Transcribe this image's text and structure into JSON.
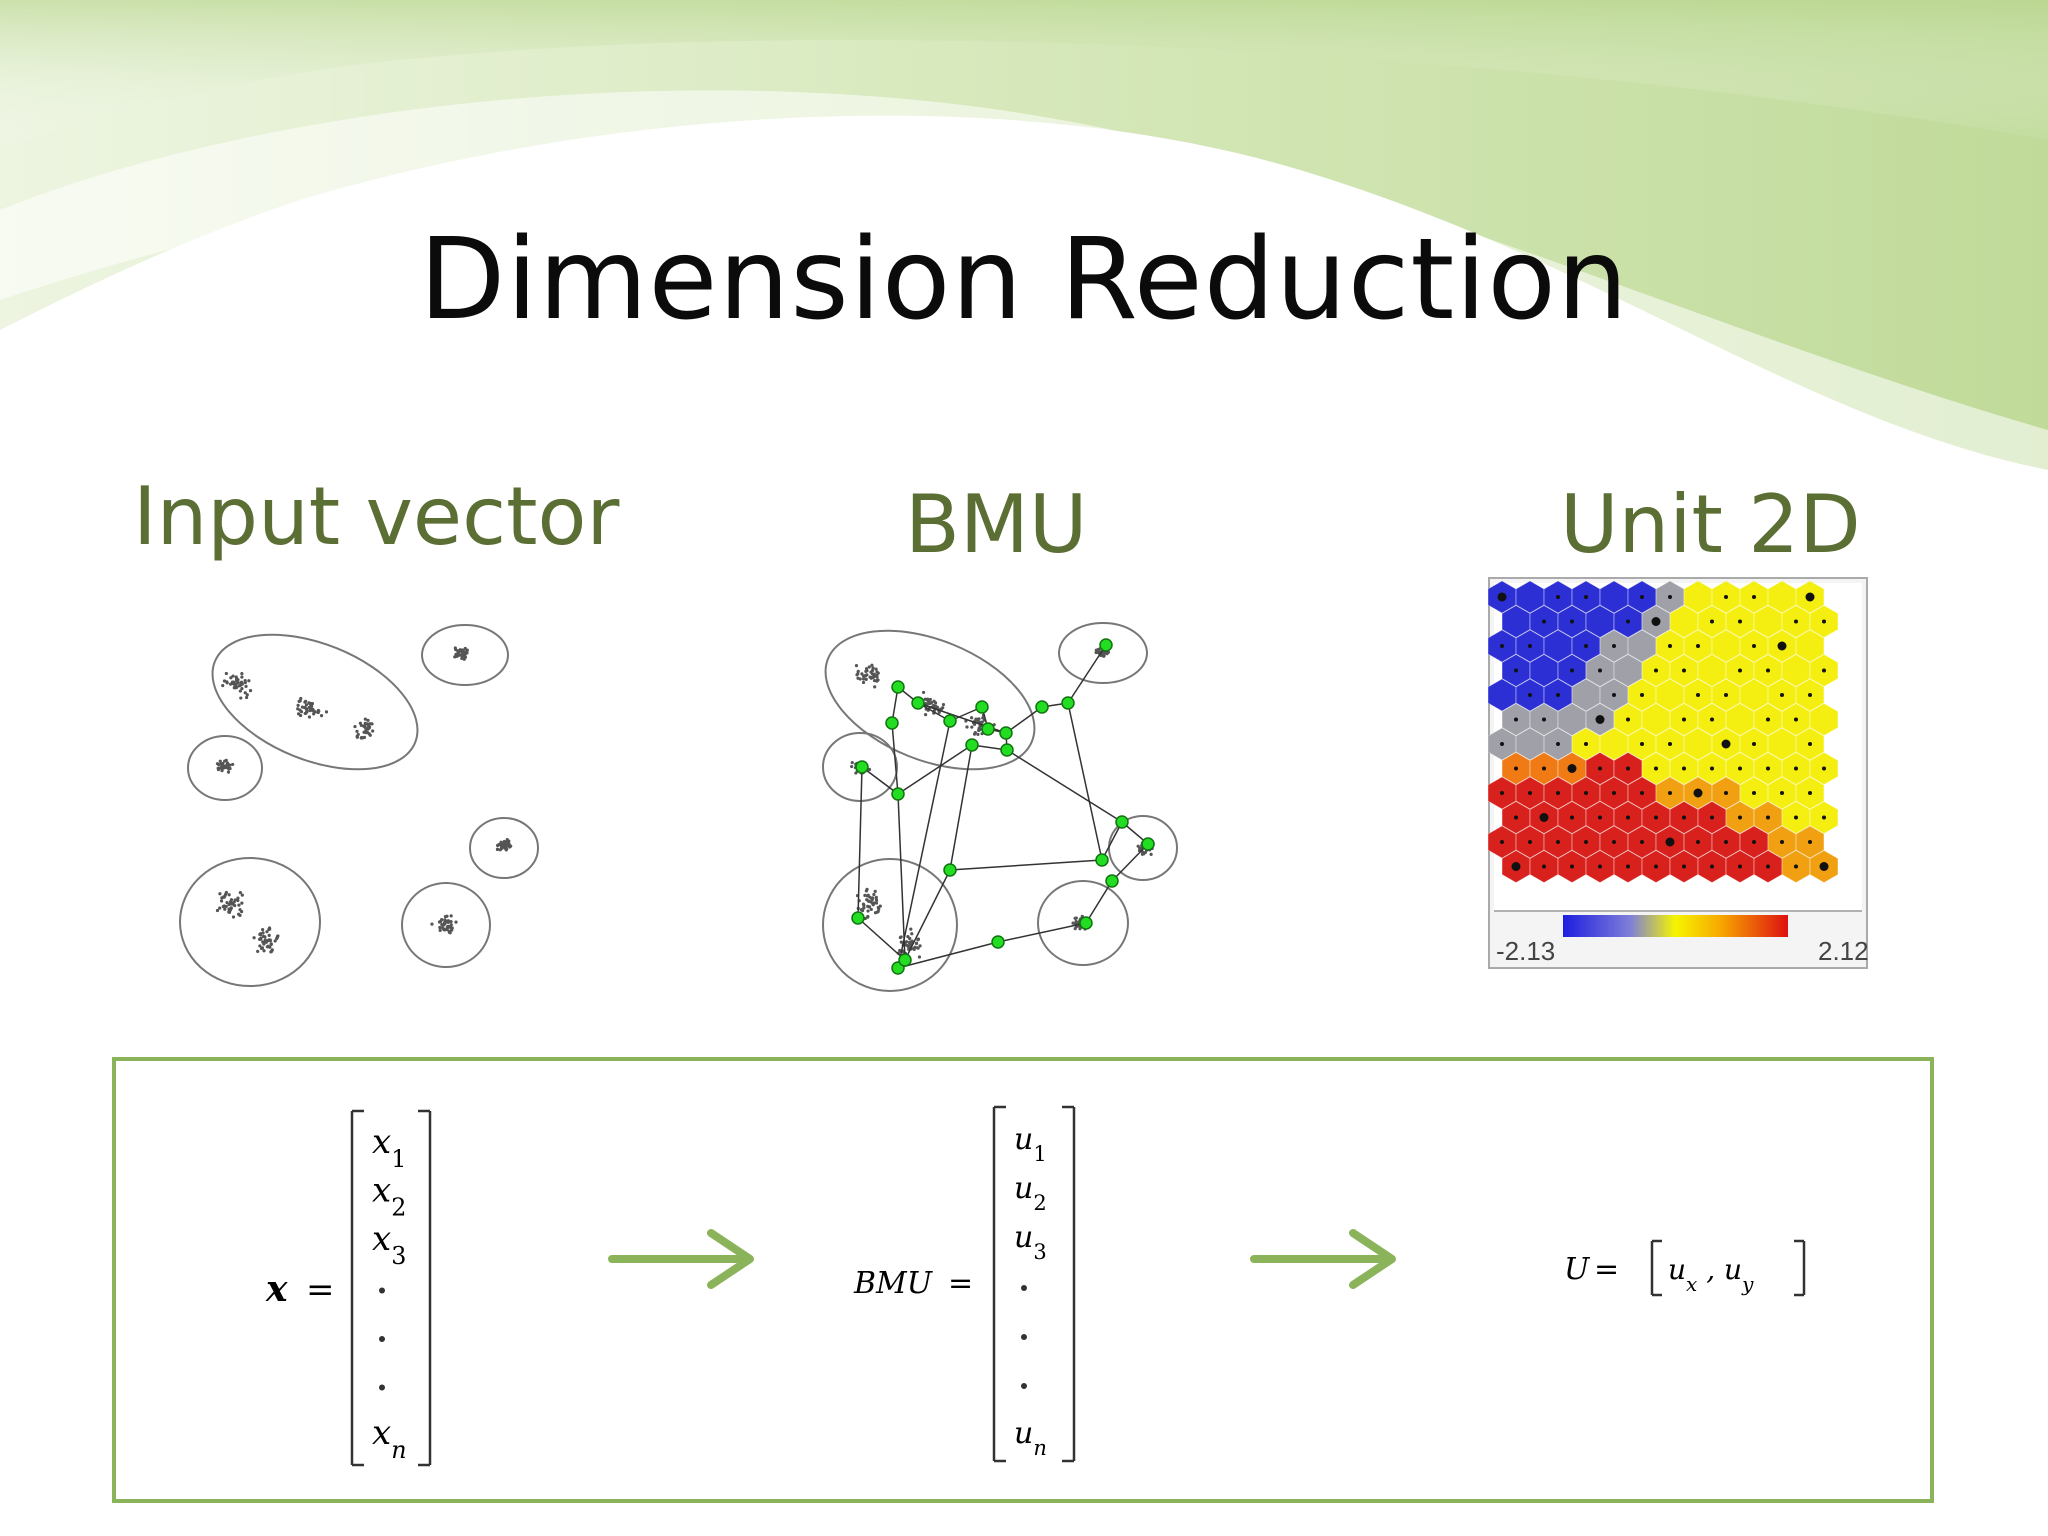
{
  "slide": {
    "title": "Dimension Reduction",
    "colors": {
      "header_green": "#a9cd7c",
      "box_border": "#8bb35a",
      "label_olive": "#5b6e33",
      "bmu_node": "#22dd22"
    }
  },
  "columns": {
    "input": {
      "label": "Input vector"
    },
    "bmu": {
      "label": "BMU"
    },
    "unit": {
      "label": "Unit 2D",
      "scale_min": "-2.13",
      "scale_max": "2.12"
    }
  },
  "formulas": {
    "x_vector": {
      "lhs": "x",
      "eq": "=",
      "entries": [
        "x1",
        "x2",
        "x3",
        ".",
        ".",
        ".",
        "xn"
      ]
    },
    "bmu_vector": {
      "lhs": "BMU",
      "eq": "=",
      "entries": [
        "u1",
        "u2",
        "u3",
        ".",
        ".",
        ".",
        "un"
      ]
    },
    "unit_vector": {
      "lhs": "U",
      "eq": "=",
      "entries": [
        "ux",
        "uy"
      ]
    },
    "arrow_icon": "right-arrow-icon"
  }
}
